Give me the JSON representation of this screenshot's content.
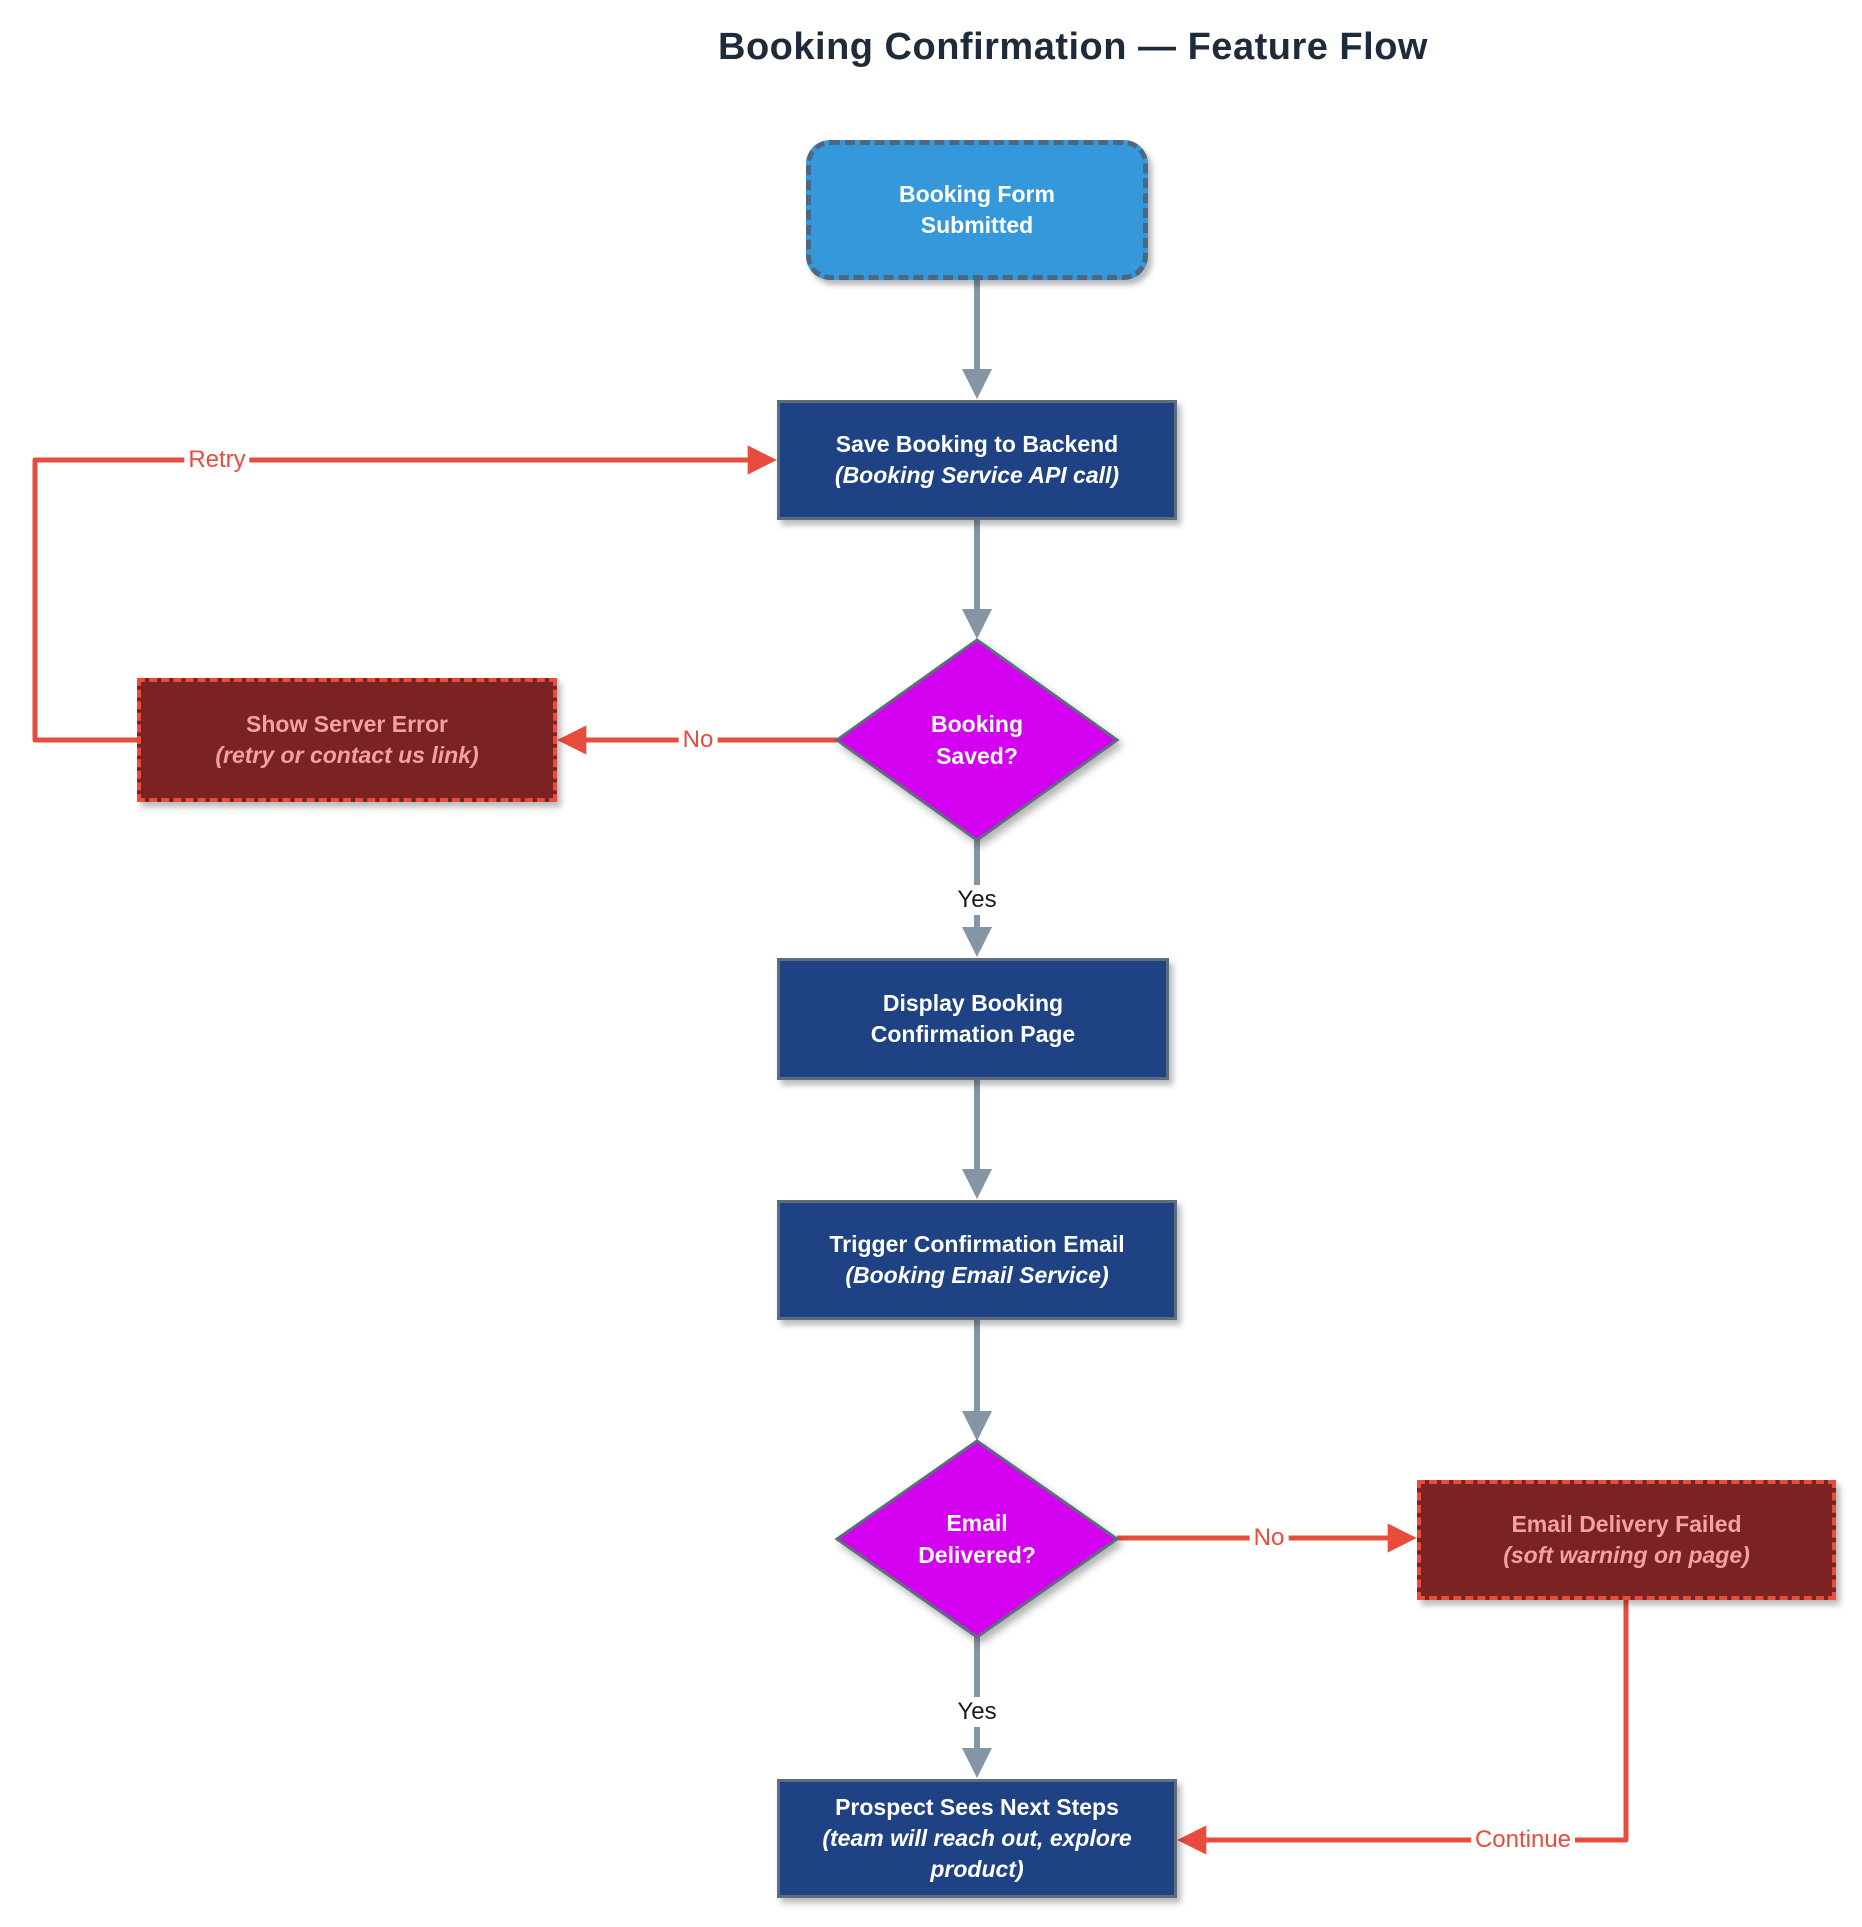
{
  "title": "Booking Confirmation — Feature Flow",
  "colors": {
    "start_fill": "#3498db",
    "start_border": "#4d6780",
    "process_fill": "#1e4283",
    "process_border": "#5d6d7e",
    "decision_fill": "#d400f0",
    "decision_border": "#5d6d7e",
    "error_fill": "#7b2222",
    "error_border": "#e74c3c",
    "error_text": "#f3a1a1",
    "edge_gray": "#8495a5",
    "edge_red": "#e74c3c",
    "label_dark": "#1a1a1a"
  },
  "nodes": {
    "start": {
      "label": "Booking Form Submitted"
    },
    "save": {
      "line1": "Save Booking to Backend",
      "line2": "(Booking Service API call)"
    },
    "booking_saved": {
      "label": "Booking Saved?"
    },
    "server_error": {
      "line1": "Show Server Error",
      "line2": "(retry or contact us link)"
    },
    "display": {
      "label": "Display Booking Confirmation Page"
    },
    "trigger_email": {
      "line1": "Trigger Confirmation Email",
      "line2": "(Booking Email Service)"
    },
    "email_delivered": {
      "label": "Email Delivered?"
    },
    "email_failed": {
      "line1": "Email Delivery Failed",
      "line2": "(soft warning on page)"
    },
    "next_steps": {
      "line1": "Prospect Sees Next Steps",
      "line2": "(team will reach out, explore product)"
    }
  },
  "edge_labels": {
    "retry": "Retry",
    "no_saved": "No",
    "yes_saved": "Yes",
    "no_delivered": "No",
    "yes_delivered": "Yes",
    "continue_flow": "Continue"
  }
}
